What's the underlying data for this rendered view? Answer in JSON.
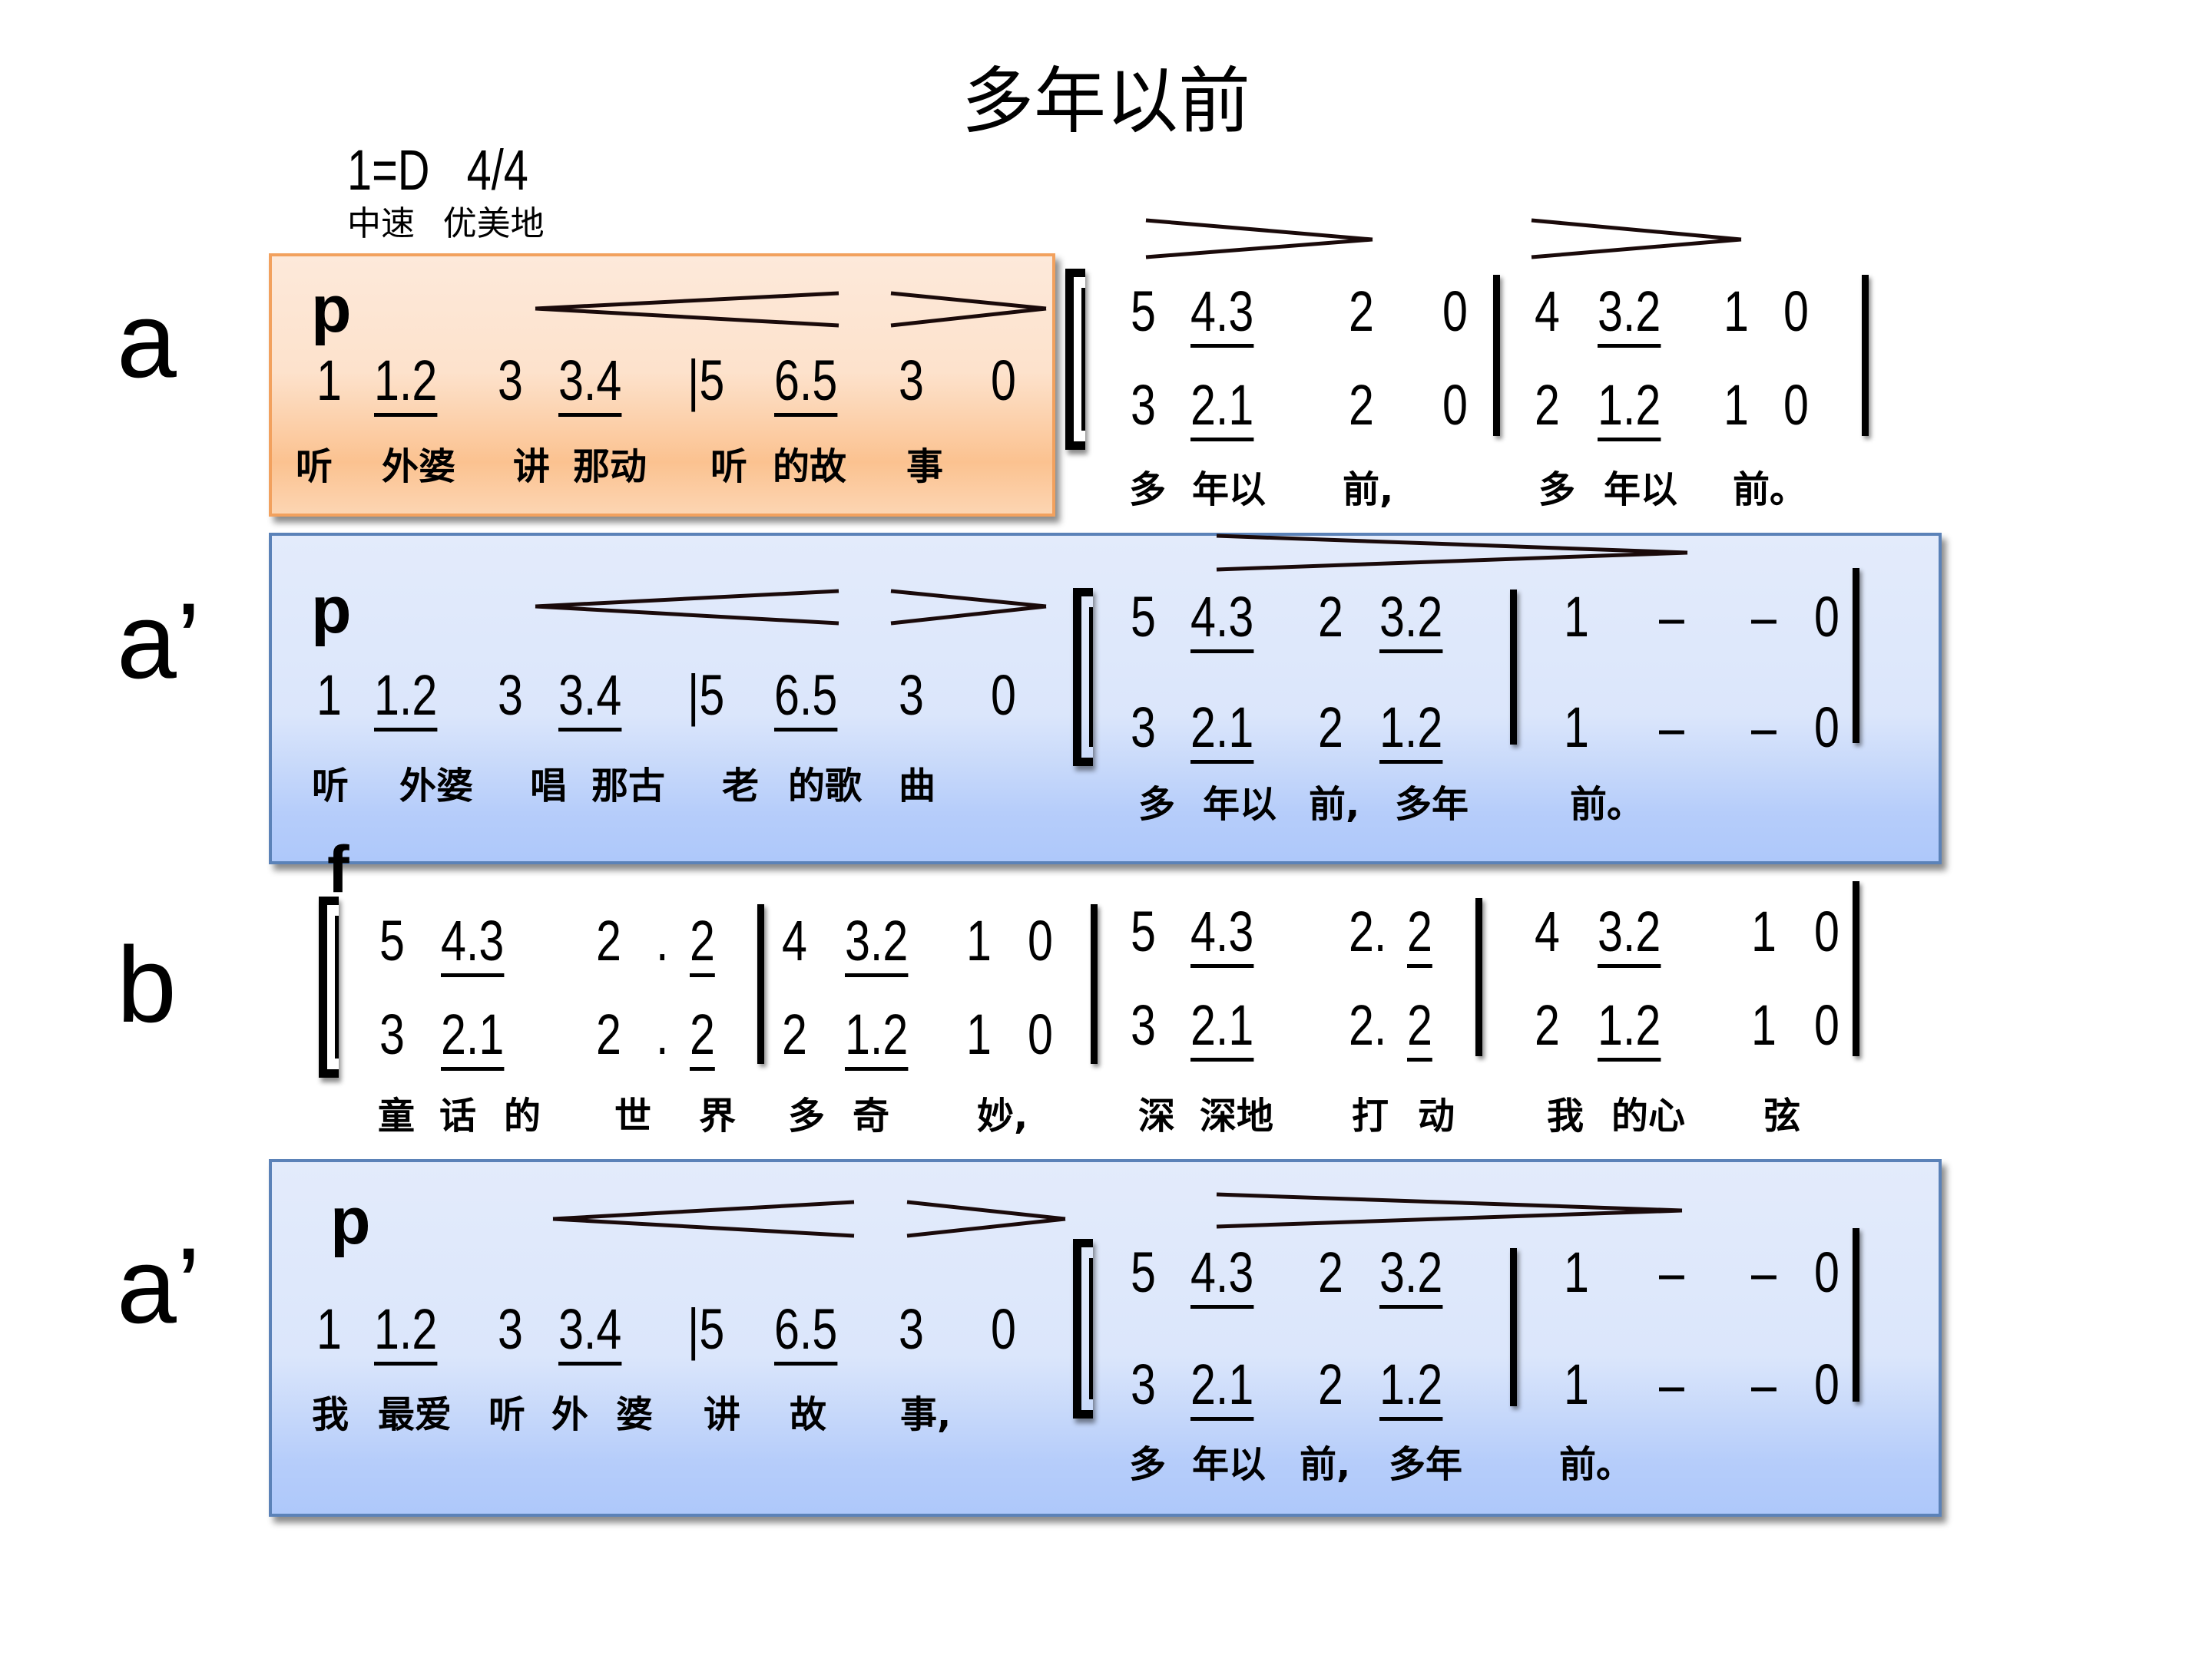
{
  "title": "多年以前",
  "key_signature": "1=D   4/4",
  "tempo": "中速   优美地",
  "labels": [
    "a",
    "a’",
    "b",
    "a’"
  ],
  "dynamics": {
    "p": "p",
    "f": "f"
  },
  "rowA": {
    "left_notes": [
      "1",
      "1.2",
      "3",
      "3.4",
      "|5",
      "6.5",
      "3",
      "0"
    ],
    "left_lyrics": [
      "听",
      "外婆",
      "讲",
      "那动",
      "听",
      "的故",
      "事"
    ],
    "upper": [
      "5",
      "4.3",
      "2",
      "0",
      "4",
      "3.2",
      "1",
      "0"
    ],
    "lower": [
      "3",
      "2.1",
      "2",
      "0",
      "2",
      "1.2",
      "1",
      "0"
    ],
    "lyrics": [
      "多",
      "年以",
      "前,",
      "多",
      "年以",
      "前。"
    ]
  },
  "rowA2": {
    "left_notes": [
      "1",
      "1.2",
      "3",
      "3.4",
      "|5",
      "6.5",
      "3",
      "0"
    ],
    "left_lyrics": [
      "听",
      "外婆",
      "唱",
      "那古",
      "老",
      "的歌",
      "曲"
    ],
    "upper": [
      "5",
      "4.3",
      "2",
      "3.2",
      "1",
      "–",
      "–",
      "0"
    ],
    "lower": [
      "3",
      "2.1",
      "2",
      "1.2",
      "1",
      "–",
      "–",
      "0"
    ],
    "lyrics": [
      "多",
      "年以",
      "前,",
      "多年",
      "前。"
    ]
  },
  "rowB": {
    "upper": [
      "5",
      "4.3",
      "2",
      ".",
      "2",
      "4",
      "3.2",
      "1",
      "0",
      "5",
      "4.3",
      "2.",
      "2",
      "4",
      "3.2",
      "1",
      "0"
    ],
    "lower": [
      "3",
      "2.1",
      "2",
      ".",
      "2",
      "2",
      "1.2",
      "1",
      "0",
      "3",
      "2.1",
      "2.",
      "2",
      "2",
      "1.2",
      "1",
      "0"
    ],
    "lyrics": [
      "童",
      "话",
      "的",
      "世",
      "界",
      "多",
      "奇",
      "妙,",
      "深",
      "深地",
      "打",
      "动",
      "我",
      "的心",
      "弦"
    ]
  },
  "rowA3": {
    "left_notes": [
      "1",
      "1.2",
      "3",
      "3.4",
      "|5",
      "6.5",
      "3",
      "0"
    ],
    "left_lyrics": [
      "我",
      "最爱",
      "听",
      "外",
      "婆",
      "讲",
      "故",
      "事,"
    ],
    "upper": [
      "5",
      "4.3",
      "2",
      "3.2",
      "1",
      "–",
      "–",
      "0"
    ],
    "lower": [
      "3",
      "2.1",
      "2",
      "1.2",
      "1",
      "–",
      "–",
      "0"
    ],
    "lyrics": [
      "多",
      "年以",
      "前,",
      "多年",
      "前。"
    ]
  },
  "colors": {
    "orange_border": "#f2a15e",
    "orange_fill": "#fde2cc",
    "blue_border": "#5b82b8",
    "blue_fill": "#dbe6fb"
  }
}
